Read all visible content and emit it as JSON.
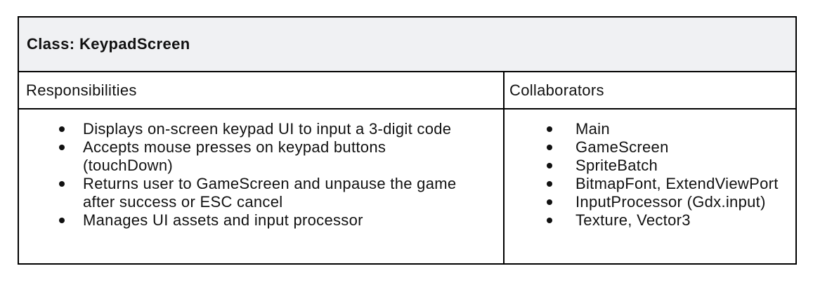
{
  "card": {
    "title": "Class: KeypadScreen",
    "colors": {
      "header_background": "#f0f1f3",
      "border": "#000000",
      "text": "#111111",
      "body_background": "#ffffff"
    },
    "responsibilities": {
      "label": "Responsibilities",
      "items": [
        {
          "lines": [
            "Displays on-screen keypad UI to input a 3-digit code"
          ]
        },
        {
          "lines": [
            "Accepts mouse presses on keypad buttons",
            "(touchDown)"
          ]
        },
        {
          "lines": [
            "Returns user to GameScreen and unpause the game",
            "after success or ESC cancel"
          ]
        },
        {
          "lines": [
            "Manages UI assets and input processor"
          ]
        }
      ]
    },
    "collaborators": {
      "label": "Collaborators",
      "items": [
        {
          "lines": [
            "Main"
          ]
        },
        {
          "lines": [
            "GameScreen"
          ]
        },
        {
          "lines": [
            "SpriteBatch"
          ]
        },
        {
          "lines": [
            "BitmapFont, ExtendViewPort"
          ]
        },
        {
          "lines": [
            "InputProcessor (Gdx.input)"
          ]
        },
        {
          "lines": [
            "Texture, Vector3"
          ]
        }
      ]
    }
  }
}
